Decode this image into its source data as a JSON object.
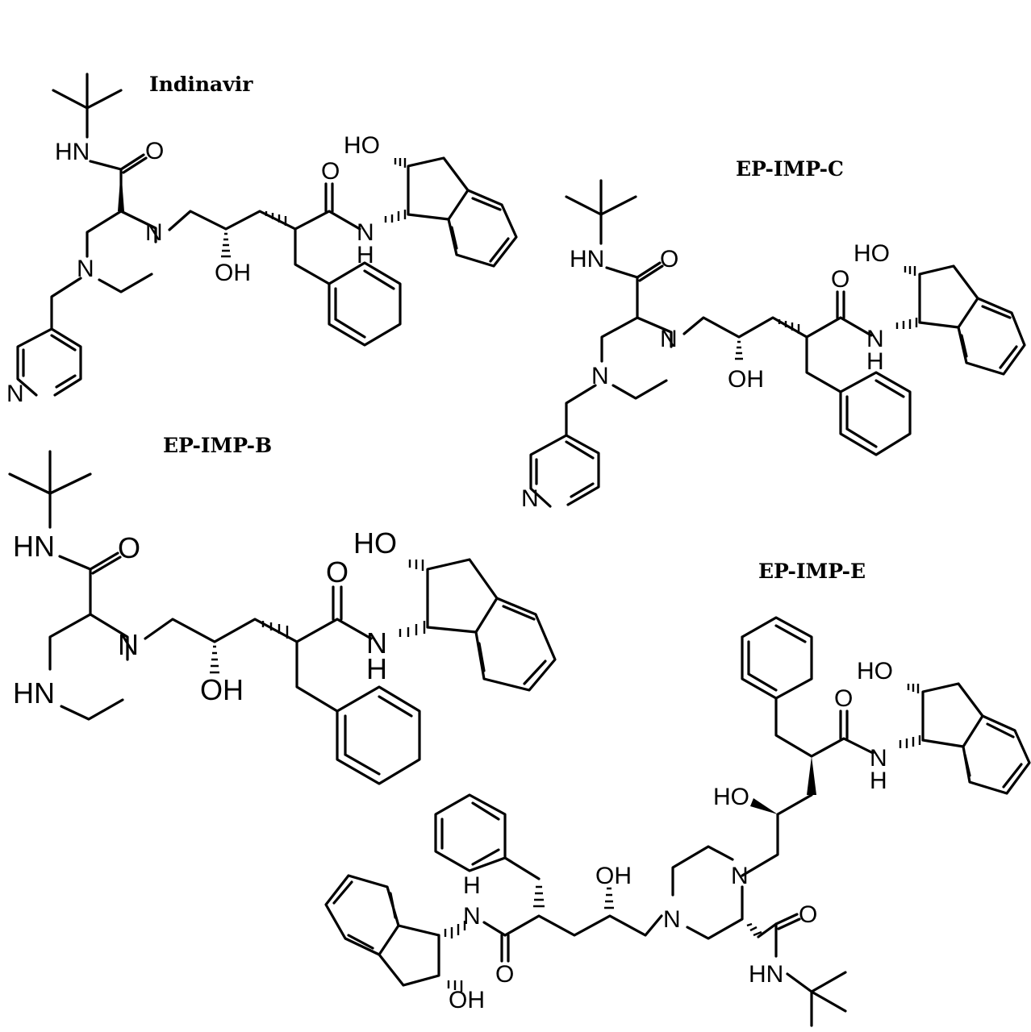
{
  "structures": [
    {
      "id": "indinavir",
      "title": "Indinavir",
      "atoms": {
        "hn": "HN",
        "o_amide1": "O",
        "n_pip1": "N",
        "n_pip2": "N",
        "oh": "OH",
        "o_amide2": "O",
        "nh": "N",
        "nh_h": "H",
        "ho": "HO",
        "n_pyr": "N"
      }
    },
    {
      "id": "ep-imp-c",
      "title": "EP-IMP-C",
      "atoms": {
        "hn": "HN",
        "o_amide1": "O",
        "n_pip1": "N",
        "n_pip2": "N",
        "oh": "OH",
        "o_amide2": "O",
        "nh": "N",
        "nh_h": "H",
        "ho": "HO",
        "n_pyr": "N"
      }
    },
    {
      "id": "ep-imp-b",
      "title": "EP-IMP-B",
      "atoms": {
        "hn": "HN",
        "o_amide1": "O",
        "n_pip1": "N",
        "hn_pip": "HN",
        "oh": "OH",
        "o_amide2": "O",
        "nh": "N",
        "nh_h": "H",
        "ho": "HO"
      }
    },
    {
      "id": "ep-imp-e",
      "title": "EP-IMP-E",
      "atoms": {
        "ho_top": "HO",
        "o_top": "O",
        "nh_top": "N",
        "h_top": "H",
        "ho_side": "HO",
        "n_pip_top": "N",
        "oh_mid": "OH",
        "n_pip_bot": "N",
        "o_right": "O",
        "hn_bot": "HN",
        "h_left": "H",
        "n_left": "N",
        "o_left": "O",
        "oh_bot": "OH"
      }
    }
  ]
}
